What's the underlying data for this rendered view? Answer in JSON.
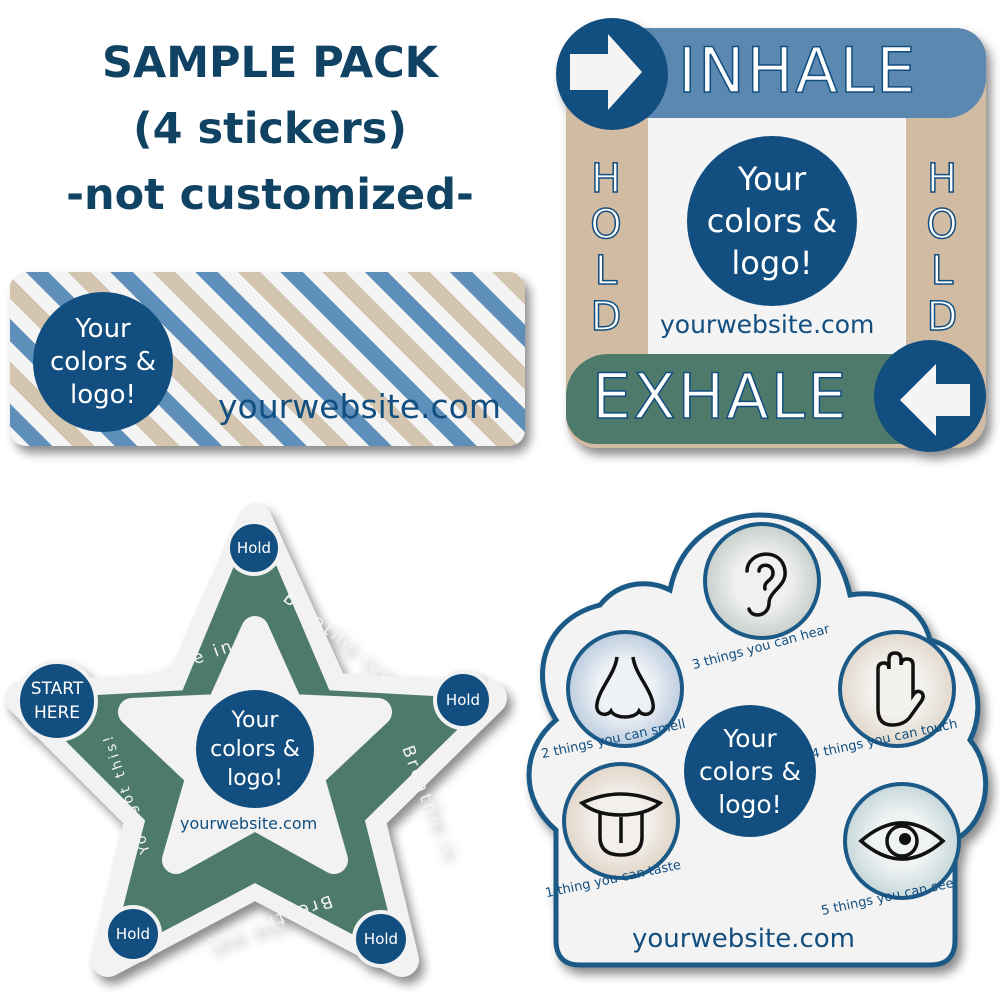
{
  "title": {
    "line1": "SAMPLE PACK",
    "line2": "(4 stickers)",
    "line3": "-not customized-"
  },
  "colors": {
    "navy": "#124f80",
    "title": "#0f4263",
    "steel_blue": "#5d8fba",
    "tan": "#d4c5b0",
    "green": "#4e7a6b",
    "white": "#f4f4f4"
  },
  "stickers": {
    "striped_rectangle": {
      "logo": {
        "line1": "Your",
        "line2": "colors &",
        "line3": "logo!"
      },
      "website": "yourwebsite.com"
    },
    "breathing_square": {
      "top_label": "INHALE",
      "bottom_label": "EXHALE",
      "left_label": [
        "H",
        "O",
        "L",
        "D"
      ],
      "right_label": [
        "H",
        "O",
        "L",
        "D"
      ],
      "top_icon": "arrow-right-icon",
      "bottom_icon": "arrow-left-icon",
      "logo": {
        "line1": "Your",
        "line2": "colors &",
        "line3": "logo!"
      },
      "website": "yourwebsite.com"
    },
    "breathing_star": {
      "start_label": {
        "line1": "START",
        "line2": "HERE"
      },
      "hold_labels": [
        "Hold",
        "Hold",
        "Hold",
        "Hold"
      ],
      "path_texts": [
        "Breathe in",
        "Breathe out",
        "Breathe in",
        "Breathe out",
        "You got this!"
      ],
      "logo": {
        "line1": "Your",
        "line2": "colors &",
        "line3": "logo!"
      },
      "website": "yourwebsite.com"
    },
    "grounding_54321": {
      "senses": [
        {
          "icon": "ear-icon",
          "label": "3 things you can hear"
        },
        {
          "icon": "nose-icon",
          "label": "2 things you can smell"
        },
        {
          "icon": "hand-icon",
          "label": "4 things you can touch"
        },
        {
          "icon": "mouth-icon",
          "label": "1 thing you can taste"
        },
        {
          "icon": "eye-icon",
          "label": "5 things you can see"
        }
      ],
      "logo": {
        "line1": "Your",
        "line2": "colors &",
        "line3": "logo!"
      },
      "website": "yourwebsite.com"
    }
  }
}
